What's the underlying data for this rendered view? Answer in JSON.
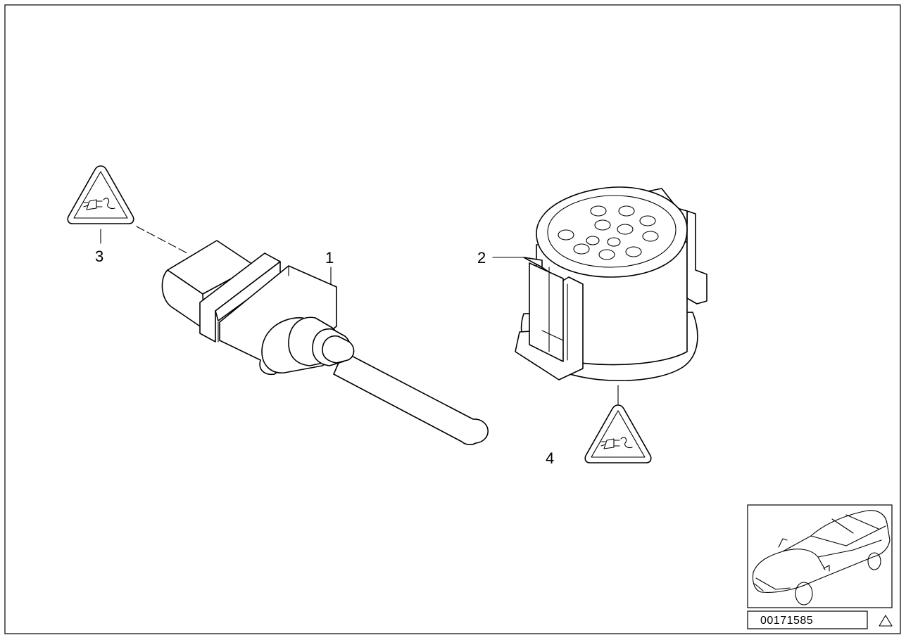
{
  "callouts": {
    "part_1": "1",
    "part_2": "2",
    "part_3": "3",
    "part_4": "4"
  },
  "icons": {
    "connector_warning": "connector-warning-triangle-icon",
    "vehicle_thumbnail": "vehicle-thumbnail-icon",
    "small_triangle": "triangle-outline-icon"
  },
  "diagram_number": "00171585",
  "colors": {
    "line": "#000000",
    "background": "#ffffff"
  }
}
